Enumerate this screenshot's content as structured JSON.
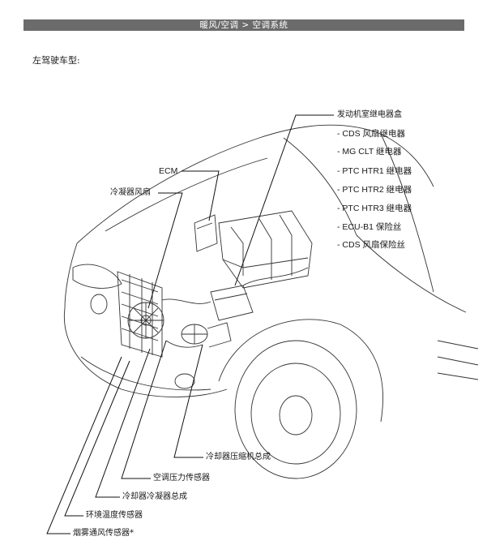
{
  "header": {
    "breadcrumb": "暖风/空调 > 空调系统"
  },
  "subtitle": "左驾驶车型:",
  "labels": {
    "engine_relay_box": "发动机室继电器盒",
    "relay_items": [
      "- CDS 风扇继电器",
      "- MG CLT 继电器",
      "- PTC HTR1 继电器",
      "- PTC HTR2 继电器",
      "- PTC HTR3 继电器",
      "- ECU-B1 保险丝",
      "- CDS 风扇保险丝"
    ],
    "ecm": "ECM",
    "condenser_fan": "冷凝器风扇",
    "compressor": "冷却器压缩机总成",
    "pressure_sensor": "空调压力传感器",
    "condenser": "冷却器冷凝器总成",
    "ambient_sensor": "环境温度传感器",
    "smog_sensor": "烟雾通风传感器*"
  }
}
